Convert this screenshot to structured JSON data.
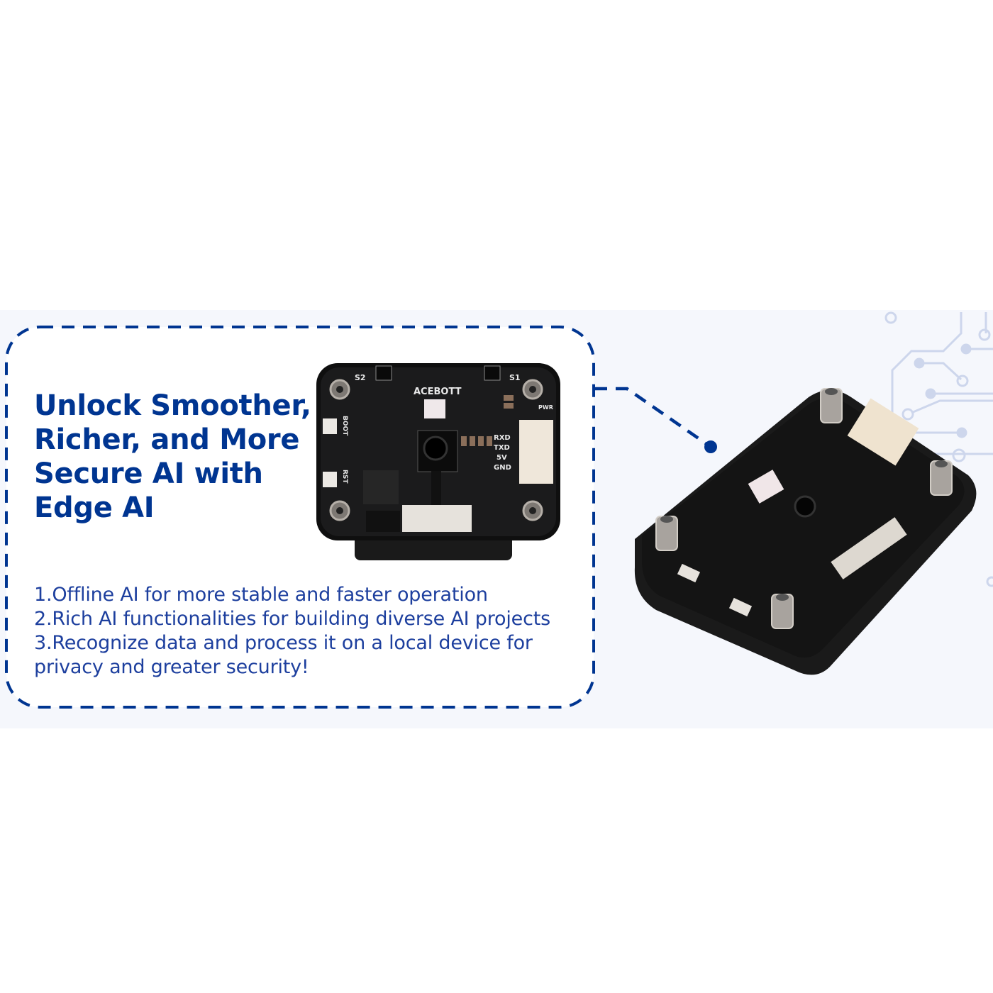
{
  "headline": {
    "lines": [
      "Unlock Smoother,",
      "Richer, and More",
      "Secure AI with",
      "Edge AI"
    ]
  },
  "features": [
    "1.Offline AI for more stable and faster operation",
    "2.Rich AI functionalities for building diverse AI projects",
    "3.Recognize data and process it on a local device for\nprivacy and greater security!"
  ],
  "board_labels": {
    "brand": "ACEBOTT",
    "s1": "S1",
    "s2": "S2",
    "boot": "BOOT",
    "rst": "RST",
    "pwr": "PWR",
    "pins": [
      "RXD",
      "TXD",
      "5V",
      "GND"
    ]
  },
  "colors": {
    "accent": "#003591",
    "body_text": "#1d3f9e",
    "band_background": "#f5f7fc",
    "circuit_decoration": "#cdd6ec",
    "pcb": "#151515"
  }
}
